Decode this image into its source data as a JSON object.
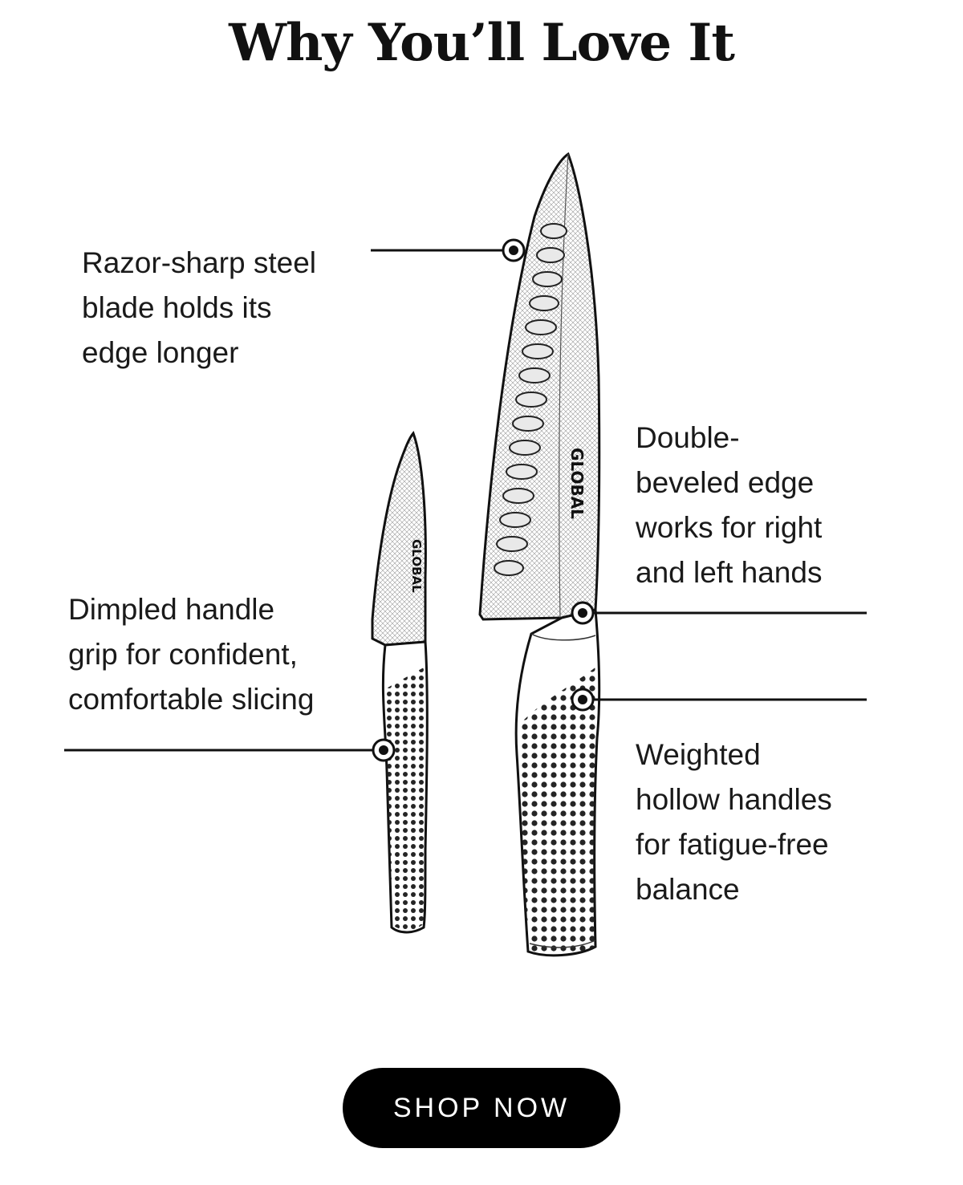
{
  "page": {
    "title": "Why You’ll Love It"
  },
  "callouts": {
    "blade": [
      "Razor-sharp steel",
      "blade holds its",
      "edge longer"
    ],
    "bevel": [
      "Double-",
      "beveled edge",
      "works for right",
      "and left hands"
    ],
    "grip": [
      "Dimpled handle",
      "grip for confident,",
      "comfortable slicing"
    ],
    "weight": [
      "Weighted",
      "hollow handles",
      "for fatigue-free",
      "balance"
    ]
  },
  "knives": {
    "small_brand": "GLOBAL",
    "large_brand": "GLOBAL"
  },
  "cta": {
    "label": "SHOP NOW"
  },
  "colors": {
    "ink": "#111111",
    "button_bg": "#000000",
    "button_text": "#ffffff",
    "background": "#ffffff"
  },
  "icons": [
    "marker-dot-icon",
    "paring-knife-illustration",
    "chef-knife-illustration"
  ]
}
